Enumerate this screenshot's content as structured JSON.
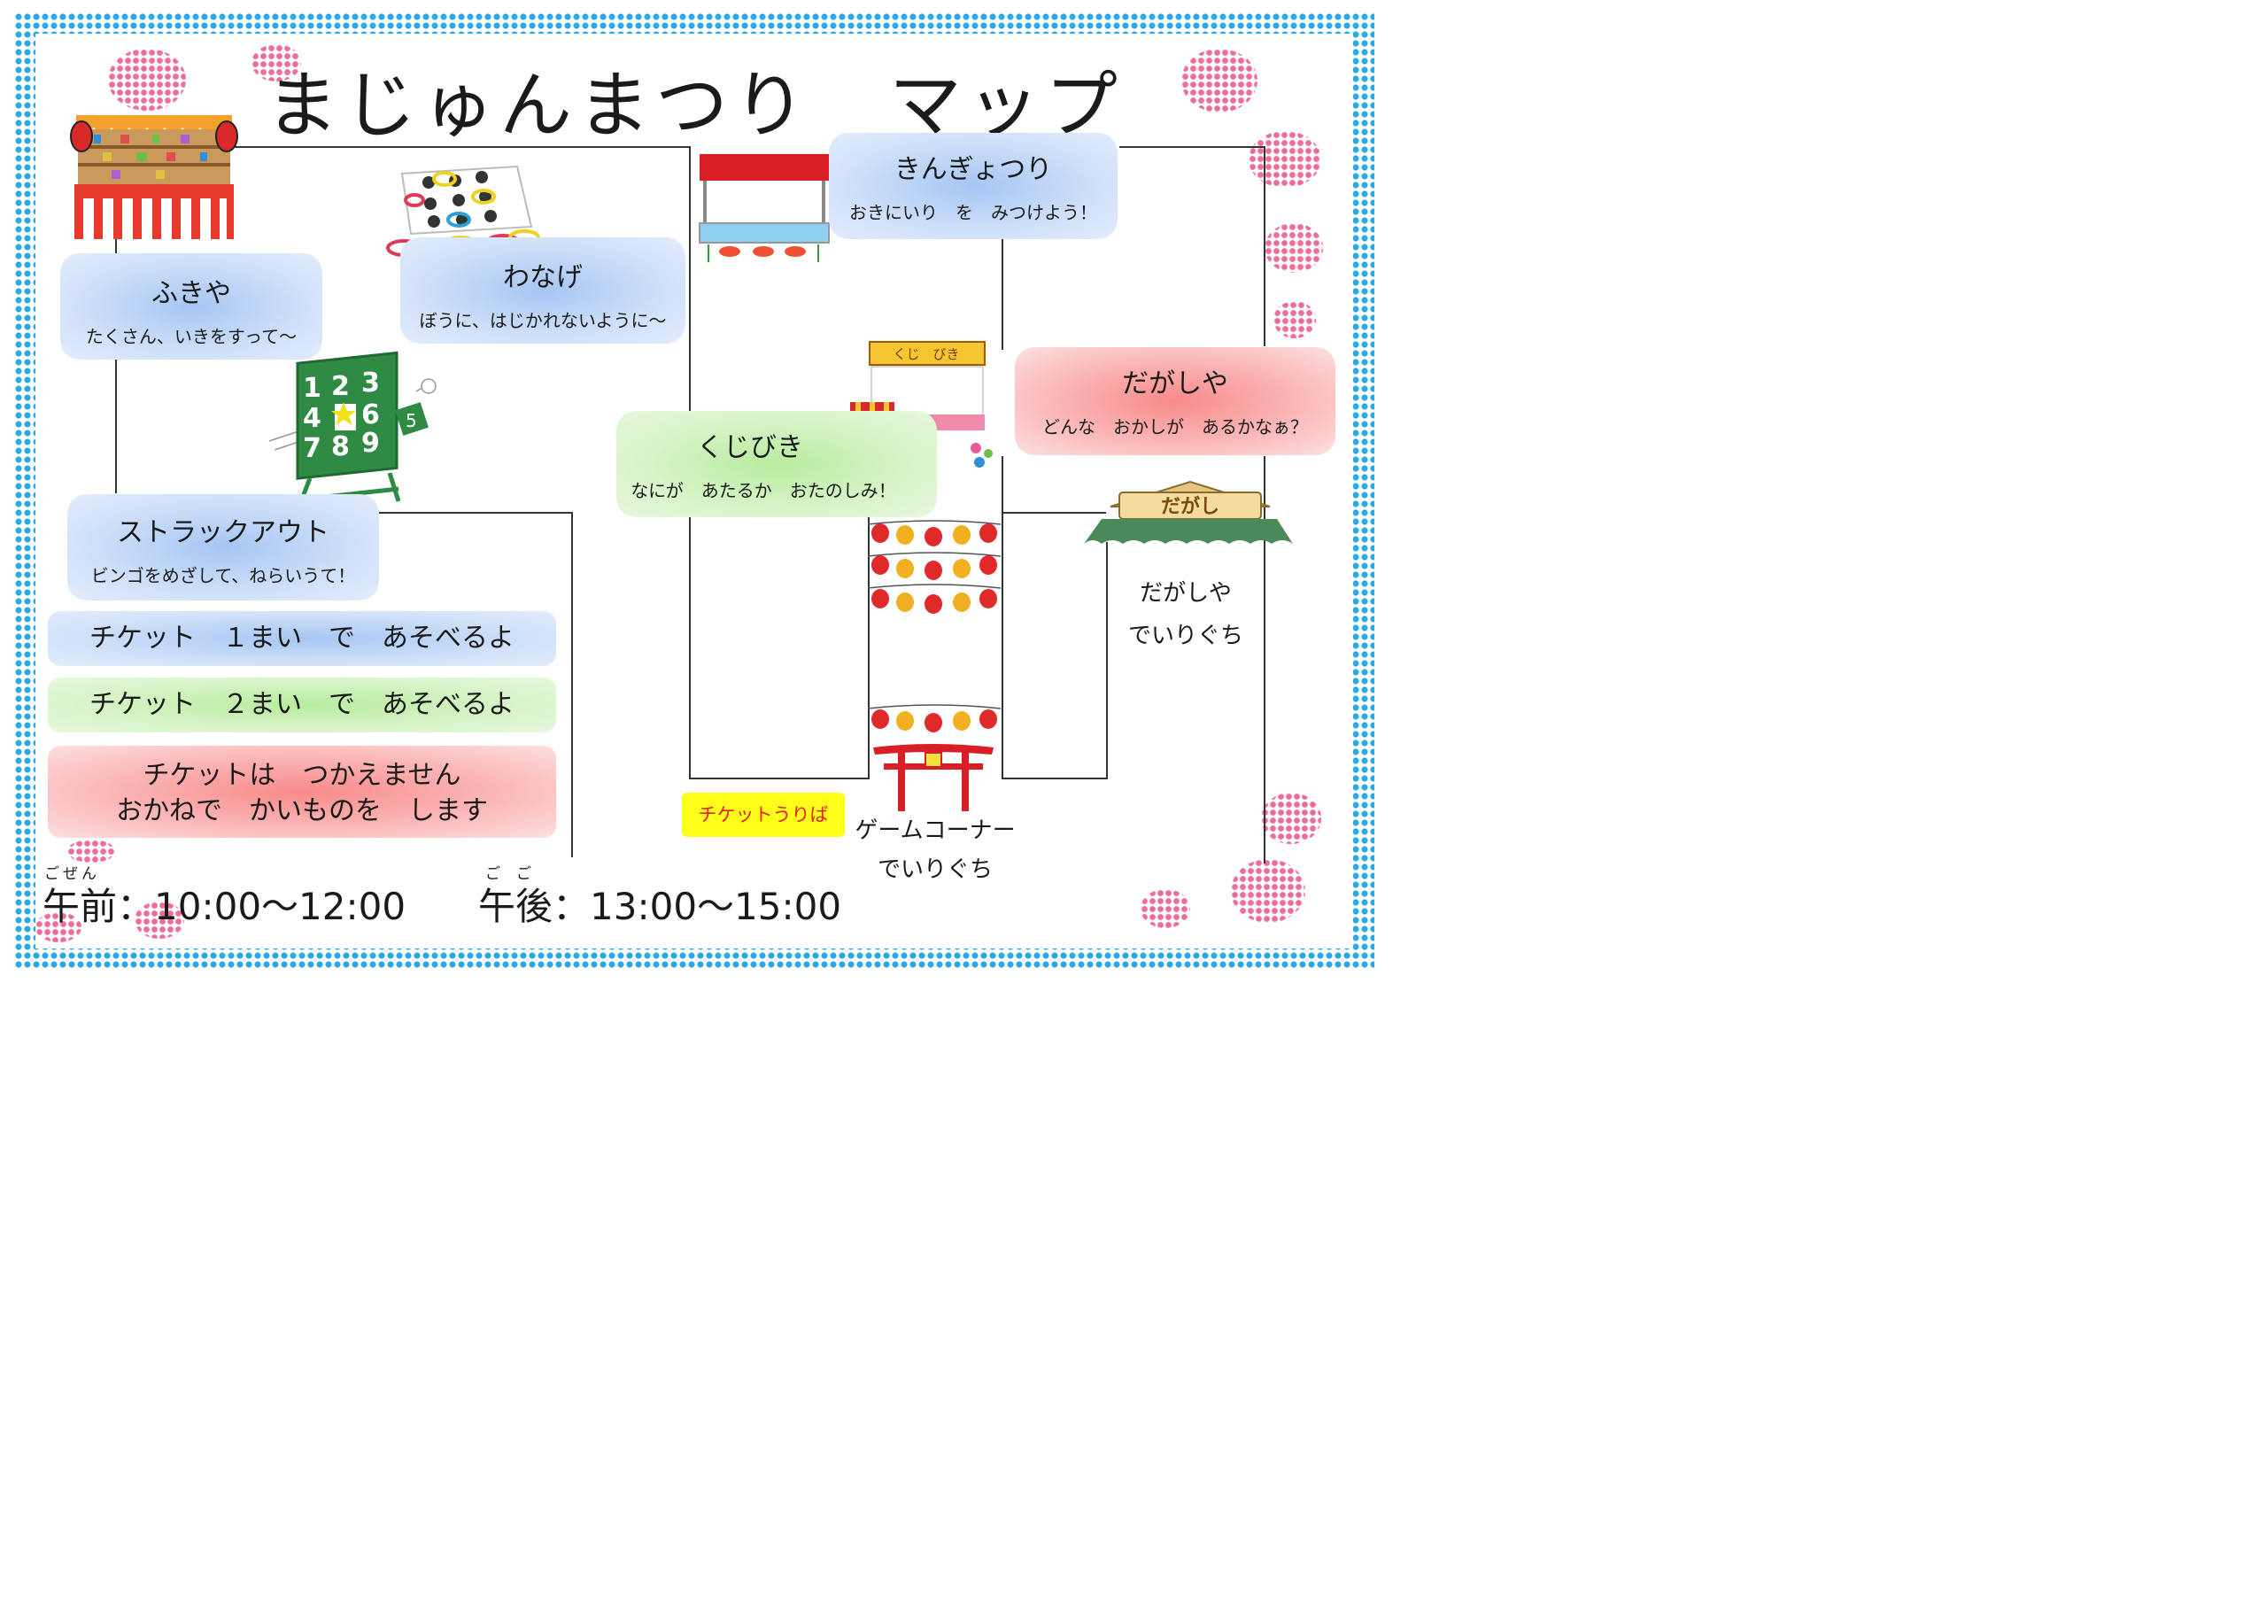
{
  "title": "まじゅんまつり　マップ",
  "colors": {
    "border_dots": "#28a8e8",
    "accent_dots": "#f06c9b",
    "ticket_1": "#cfe0f9",
    "ticket_2": "#d8f4c9",
    "no_ticket": "#fbbcbc",
    "ticket_booth": "#ffff1a"
  },
  "booths": {
    "fukiya": {
      "name": "ふきや",
      "desc": "たくさん、いきをすって～"
    },
    "wanage": {
      "name": "わなげ",
      "desc": "ぼうに、はじかれないように～"
    },
    "kingyo": {
      "name": "きんぎょつり",
      "desc": "おきにいり　を　みつけよう！"
    },
    "dagashiya": {
      "name": "だがしや",
      "desc": "どんな　おかしが　あるかなぁ？"
    },
    "kujibiki": {
      "name": "くじびき",
      "desc": "なにが　あたるか　おたのしみ！"
    },
    "struckout": {
      "name": "ストラックアウト",
      "desc": "ビンゴをめざして、ねらいうて！"
    }
  },
  "legend": {
    "one_ticket": "チケット　１まい　で　あそべるよ",
    "two_tickets": "チケット　２まい　で　あそべるよ",
    "no_tickets_line1": "チケットは　つかえません",
    "no_tickets_line2": "おかねで　かいものを　します"
  },
  "dagashi_entrance": {
    "line1": "だがしや",
    "line2": "でいりぐち",
    "sign": "だがし"
  },
  "game_entrance": {
    "line1": "ゲームコーナー",
    "line2": "でいりぐち"
  },
  "ticket_booth": "チケットうりば",
  "kuji_sign": "くじ　びき",
  "struckout_numbers": [
    "1",
    "2",
    "3",
    "4",
    "",
    "6",
    "7",
    "8",
    "9",
    "5"
  ],
  "schedule": {
    "morning_ruby": "ごぜん",
    "morning": "午前：10:00～12:00",
    "afternoon_ruby": "ごご",
    "afternoon": "午後：13:00～15:00"
  }
}
